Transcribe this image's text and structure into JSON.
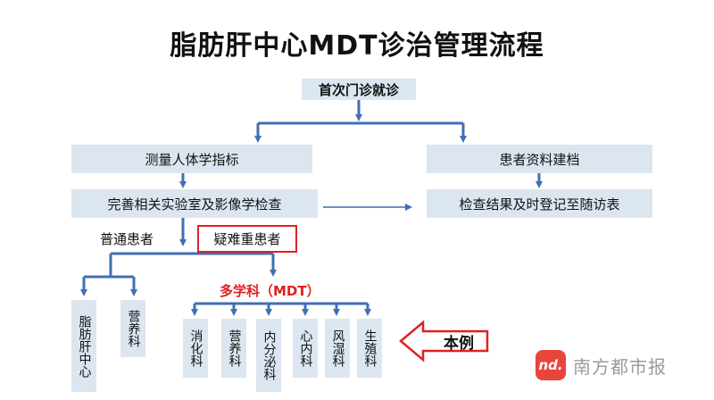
{
  "title": "脂肪肝中心MDT诊治管理流程",
  "nodes": {
    "first_visit": "首次门诊就诊",
    "measure": "测量人体学指标",
    "archive": "患者资料建档",
    "lab_imaging": "完善相关实验室及影像学检查",
    "register": "检查结果及时登记至随访表",
    "normal_patient": "普通患者",
    "severe_patient": "疑难重患者",
    "mdt_label": "多学科（MDT）",
    "fatty_liver_center": "脂肪肝中心",
    "nutrition_left": "营养科",
    "mdt_depts": [
      "消化科",
      "营养科",
      "内分泌科",
      "心内科",
      "风湿科",
      "生殖科"
    ]
  },
  "case_label": "本例",
  "watermark": {
    "logo_text": "nd.",
    "text": "南方都市报"
  },
  "colors": {
    "box_fill": "#dce6f1",
    "arrow": "#3f6fb5",
    "highlight": "#e02020"
  }
}
